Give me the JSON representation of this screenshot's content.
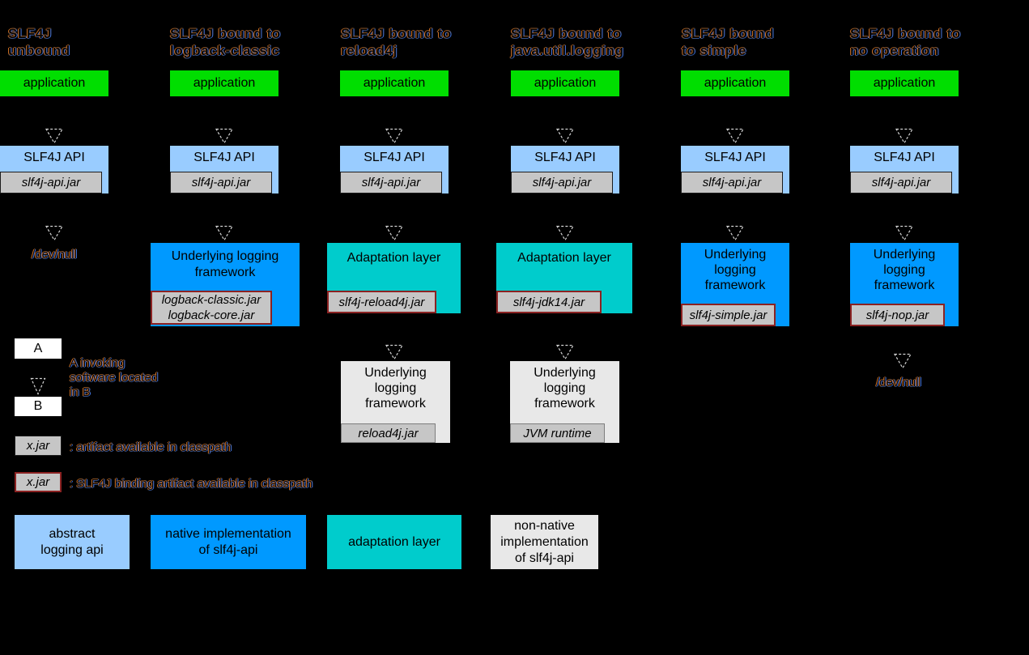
{
  "background": "#000000",
  "colors": {
    "application_box": "#00DE00",
    "abstract_logging_api": "#99CCFF",
    "native_implementation": "#0099FF",
    "adaptation_layer": "#00CCCC",
    "non_native_implementation": "#E8E8E8",
    "jar_fill": "#C6C6C6",
    "binding_jar_border": "#8B2222",
    "arrow_outline": "#D4D4D4"
  },
  "columns": [
    {
      "title": "SLF4J\nunbound",
      "application": "application",
      "api": "SLF4J API",
      "api_jar": "slf4j-api.jar",
      "devnull": "/dev/null"
    },
    {
      "title": "SLF4J bound to\nlogback-classic",
      "application": "application",
      "api": "SLF4J API",
      "api_jar": "slf4j-api.jar",
      "framework": "Underlying logging\nframework",
      "framework_jars": "logback-classic.jar\nlogback-core.jar"
    },
    {
      "title": "SLF4J bound to\nreload4j",
      "application": "application",
      "api": "SLF4J API",
      "api_jar": "slf4j-api.jar",
      "adaptation": "Adaptation layer",
      "adaptation_jar": "slf4j-reload4j.jar",
      "framework": "Underlying\nlogging\nframework",
      "framework_jar": "reload4j.jar"
    },
    {
      "title": "SLF4J bound to\njava.util.logging",
      "application": "application",
      "api": "SLF4J API",
      "api_jar": "slf4j-api.jar",
      "adaptation": "Adaptation layer",
      "adaptation_jar": "slf4j-jdk14.jar",
      "framework": "Underlying\nlogging\nframework",
      "framework_jar": "JVM runtime"
    },
    {
      "title": "SLF4J bound\nto simple",
      "application": "application",
      "api": "SLF4J API",
      "api_jar": "slf4j-api.jar",
      "framework": "Underlying\nlogging\nframework",
      "framework_jar": "slf4j-simple.jar"
    },
    {
      "title": "SLF4J bound to\nno operation",
      "application": "application",
      "api": "SLF4J API",
      "api_jar": "slf4j-api.jar",
      "framework": "Underlying\nlogging\nframework",
      "framework_jar": "slf4j-nop.jar",
      "devnull": "/dev/null"
    }
  ],
  "legend": {
    "invoke": {
      "a": "A",
      "b": "B",
      "caption": "A invoking\nsoftware located\nin B"
    },
    "artifact": {
      "label": "x.jar",
      "caption": ": artifact available in classpath"
    },
    "binding_artifact": {
      "label": "x.jar",
      "caption": ": SLF4J binding artifact available in classpath"
    },
    "color_key": [
      {
        "label": "abstract\nlogging api",
        "color": "#99CCFF"
      },
      {
        "label": "native implementation\nof slf4j-api",
        "color": "#0099FF"
      },
      {
        "label": "adaptation layer",
        "color": "#00CCCC"
      },
      {
        "label": "non-native\nimplementation\nof slf4j-api",
        "color": "#E8E8E8"
      }
    ]
  }
}
